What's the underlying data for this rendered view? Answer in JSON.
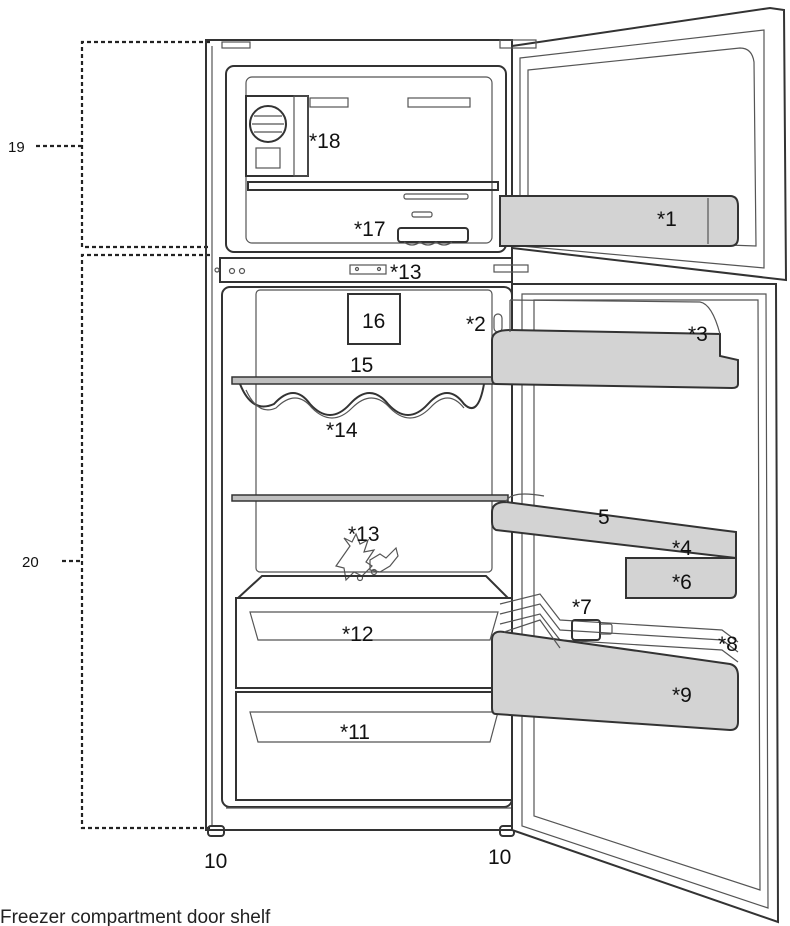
{
  "labels": {
    "freezer_door_shelf": "*1",
    "egg_holder": "*2",
    "upper_door_bin": "*3",
    "middle_door_bin": "*4",
    "bottle_guard": "5",
    "small_bin": "*6",
    "bottle_clip": "*7",
    "bottle_rack": "*8",
    "bottom_door_bin": "*9",
    "leveling_foot_left": "10",
    "leveling_foot_right": "10",
    "lower_crisper": "*11",
    "upper_crisper": "*12",
    "control_panel": "*13",
    "freshness_filter": "*13",
    "wine_rack": "*14",
    "top_shelf": "15",
    "fridge_light": "16",
    "ice_tray": "*17",
    "ice_maker": "*18",
    "freezer_compartment": "19",
    "fridge_compartment": "20"
  },
  "caption": "Freezer compartment door shelf"
}
